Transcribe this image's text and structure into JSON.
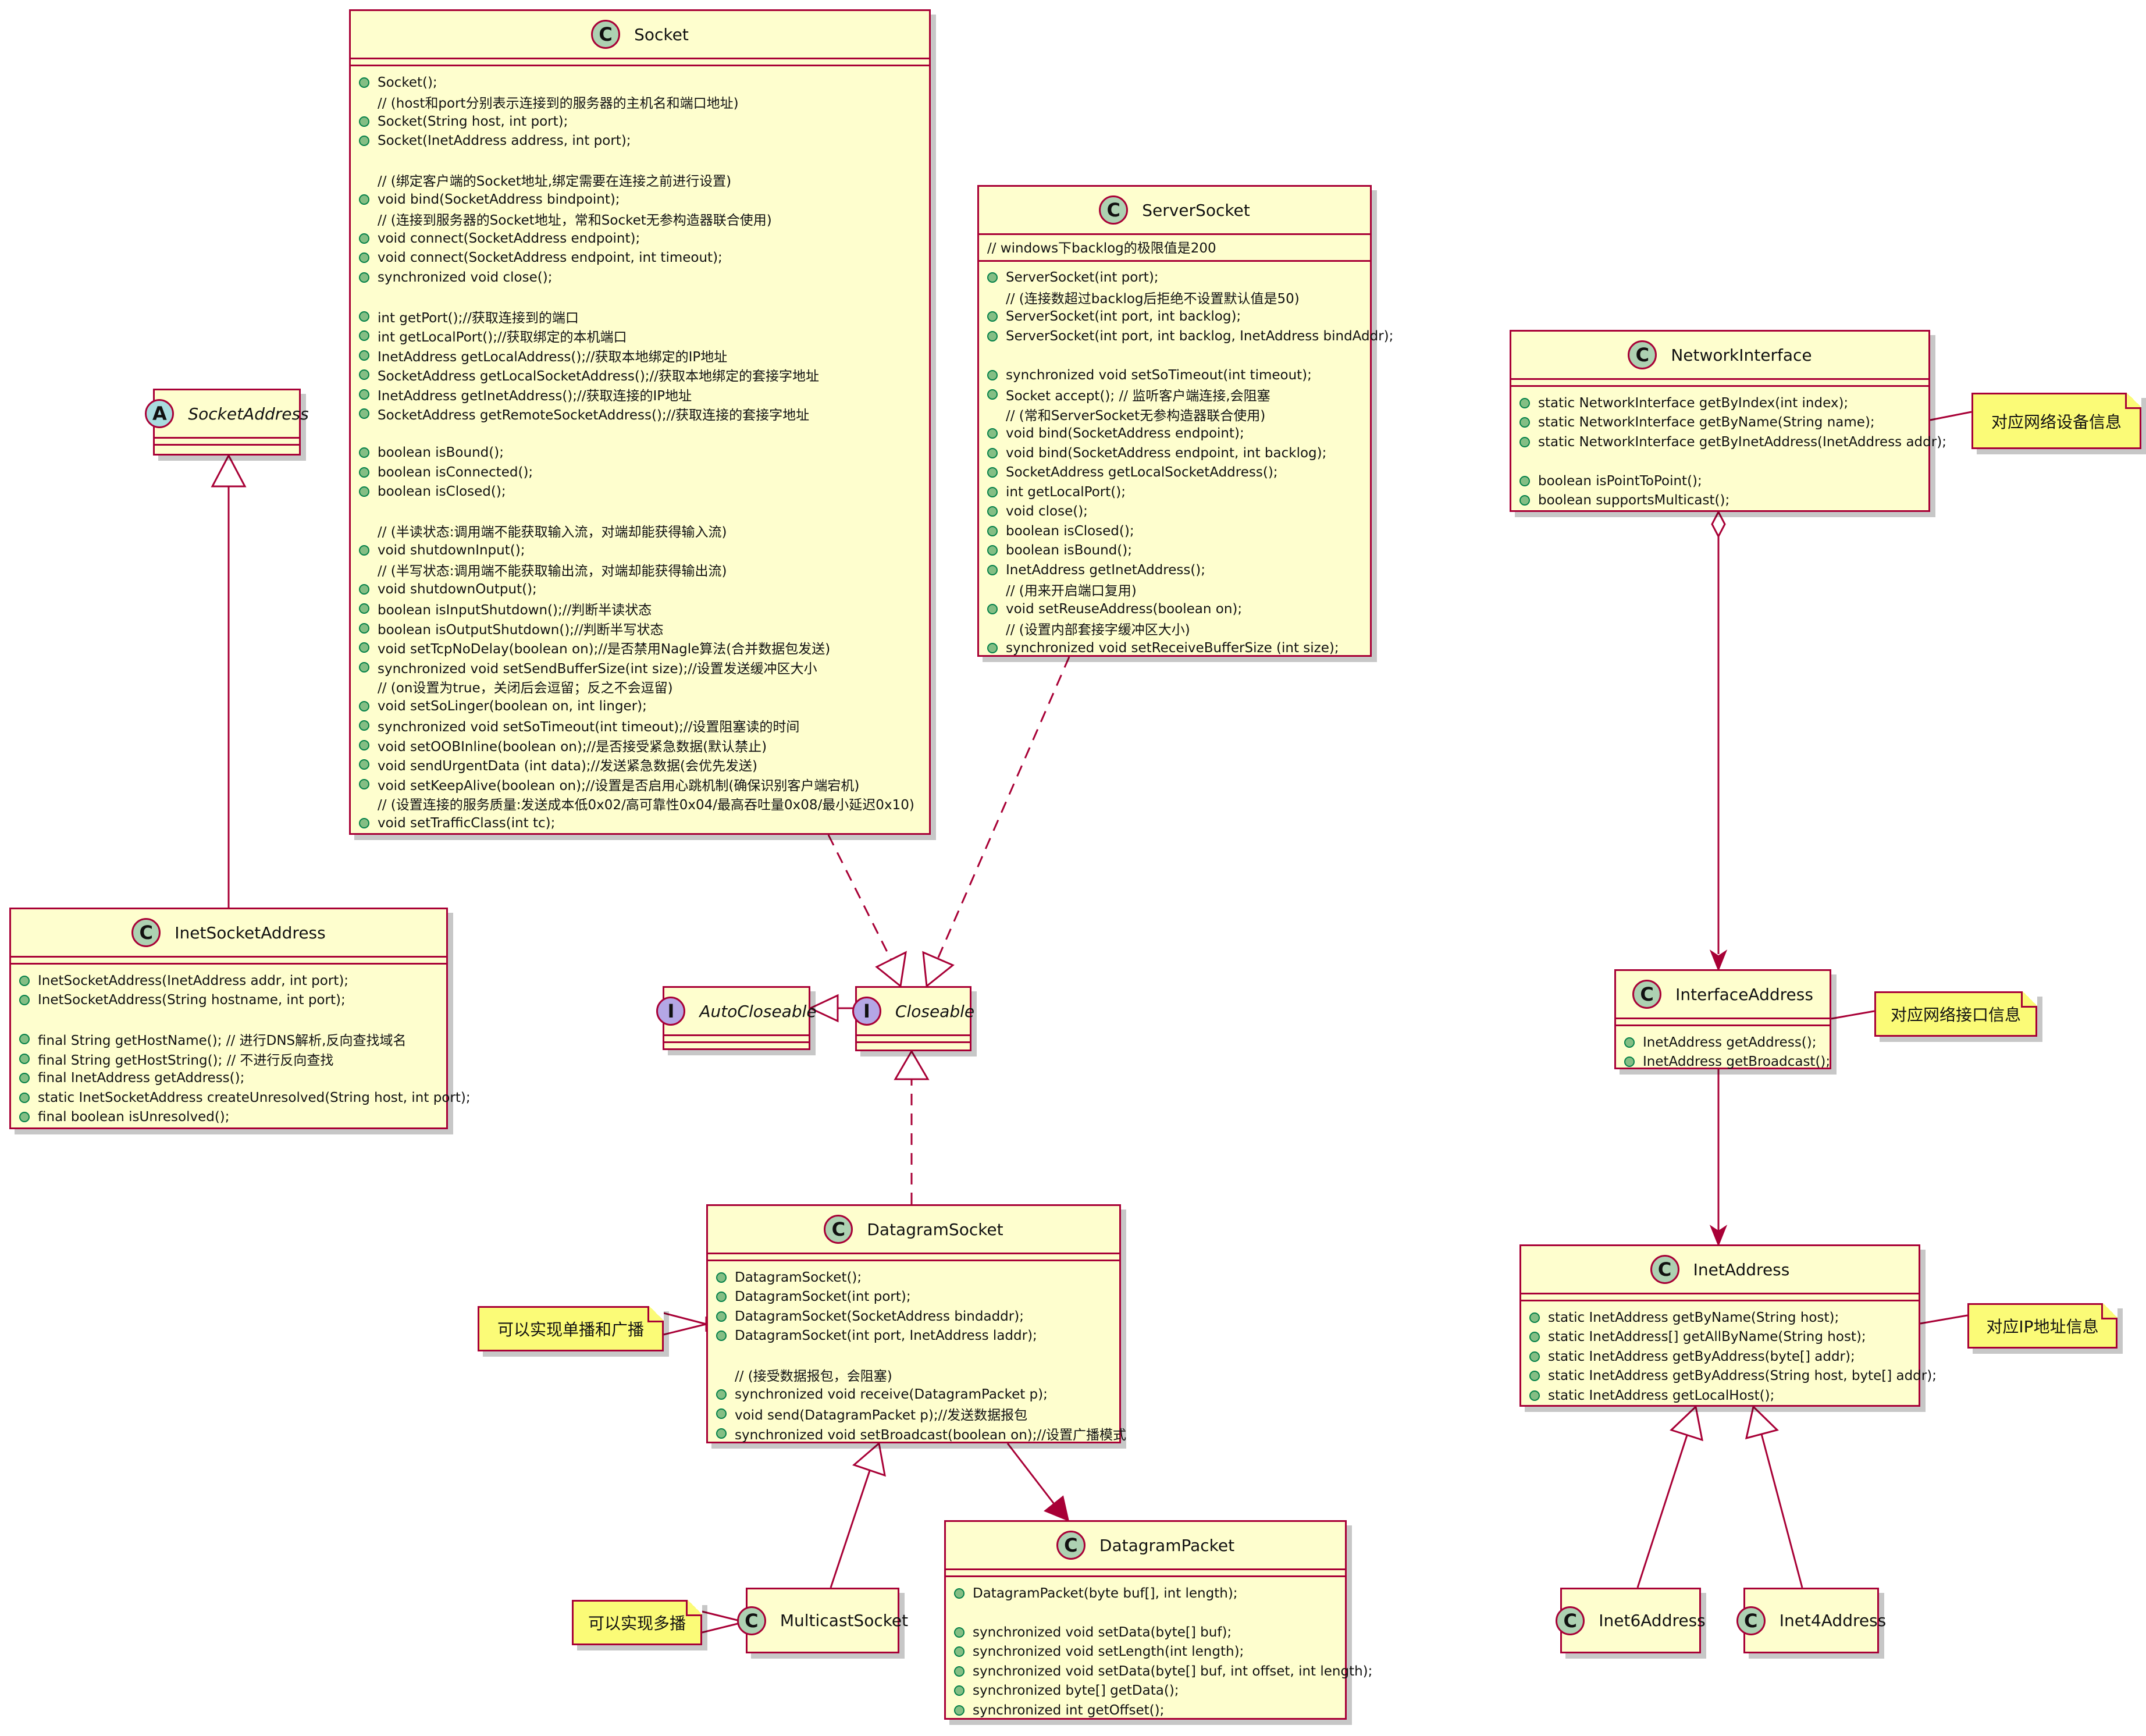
{
  "classes": {
    "socket": {
      "kind": "class",
      "name": "Socket",
      "members": [
        {
          "m": true,
          "t": "Socket();"
        },
        {
          "m": false,
          "t": "// (host和port分别表示连接到的服务器的主机名和端口地址)"
        },
        {
          "m": true,
          "t": "Socket(String host, int port);"
        },
        {
          "m": true,
          "t": "Socket(InetAddress address, int port);"
        },
        {
          "gap": true
        },
        {
          "m": false,
          "t": "// (绑定客户端的Socket地址,绑定需要在连接之前进行设置)"
        },
        {
          "m": true,
          "t": "void bind(SocketAddress bindpoint);"
        },
        {
          "m": false,
          "t": "// (连接到服务器的Socket地址，常和Socket无参构造器联合使用)"
        },
        {
          "m": true,
          "t": "void connect(SocketAddress endpoint);"
        },
        {
          "m": true,
          "t": "void connect(SocketAddress endpoint, int timeout);"
        },
        {
          "m": true,
          "t": "synchronized void close();"
        },
        {
          "gap": true
        },
        {
          "m": true,
          "t": "int getPort();//获取连接到的端口"
        },
        {
          "m": true,
          "t": "int getLocalPort();//获取绑定的本机端口"
        },
        {
          "m": true,
          "t": "InetAddress getLocalAddress();//获取本地绑定的IP地址"
        },
        {
          "m": true,
          "t": "SocketAddress getLocalSocketAddress();//获取本地绑定的套接字地址"
        },
        {
          "m": true,
          "t": "InetAddress getInetAddress();//获取连接的IP地址"
        },
        {
          "m": true,
          "t": "SocketAddress getRemoteSocketAddress();//获取连接的套接字地址"
        },
        {
          "gap": true
        },
        {
          "m": true,
          "t": "boolean isBound();"
        },
        {
          "m": true,
          "t": "boolean isConnected();"
        },
        {
          "m": true,
          "t": "boolean isClosed();"
        },
        {
          "gap": true
        },
        {
          "m": false,
          "t": "// (半读状态:调用端不能获取输入流，对端却能获得输入流)"
        },
        {
          "m": true,
          "t": "void shutdownInput();"
        },
        {
          "m": false,
          "t": "// (半写状态:调用端不能获取输出流，对端却能获得输出流)"
        },
        {
          "m": true,
          "t": "void shutdownOutput();"
        },
        {
          "m": true,
          "t": "boolean isInputShutdown();//判断半读状态"
        },
        {
          "m": true,
          "t": "boolean isOutputShutdown();//判断半写状态"
        },
        {
          "m": true,
          "t": "void setTcpNoDelay(boolean on);//是否禁用Nagle算法(合并数据包发送)"
        },
        {
          "m": true,
          "t": "synchronized void setSendBufferSize(int size);//设置发送缓冲区大小"
        },
        {
          "m": false,
          "t": "// (on设置为true，关闭后会逗留；反之不会逗留)"
        },
        {
          "m": true,
          "t": "void setSoLinger(boolean on, int linger);"
        },
        {
          "m": true,
          "t": "synchronized void setSoTimeout(int timeout);//设置阻塞读的时间"
        },
        {
          "m": true,
          "t": "void setOOBInline(boolean on);//是否接受紧急数据(默认禁止)"
        },
        {
          "m": true,
          "t": "void sendUrgentData (int data);//发送紧急数据(会优先发送)"
        },
        {
          "m": true,
          "t": "void setKeepAlive(boolean on);//设置是否启用心跳机制(确保识别客户端宕机)"
        },
        {
          "m": false,
          "t": "// (设置连接的服务质量:发送成本低0x02/高可靠性0x04/最高吞吐量0x08/最小延迟0x10)"
        },
        {
          "m": true,
          "t": "void setTrafficClass(int tc);"
        }
      ]
    },
    "server_socket": {
      "kind": "class",
      "name": "ServerSocket",
      "attributes": [
        "// windows下backlog的极限值是200"
      ],
      "members": [
        {
          "m": true,
          "t": "ServerSocket(int port);"
        },
        {
          "m": false,
          "t": "// (连接数超过backlog后拒绝不设置默认值是50)"
        },
        {
          "m": true,
          "t": "ServerSocket(int port, int backlog);"
        },
        {
          "m": true,
          "t": "ServerSocket(int port, int backlog, InetAddress bindAddr);"
        },
        {
          "gap": true
        },
        {
          "m": true,
          "t": "synchronized void setSoTimeout(int timeout);"
        },
        {
          "m": true,
          "t": "Socket accept(); // 监听客户端连接,会阻塞"
        },
        {
          "m": false,
          "t": "// (常和ServerSocket无参构造器联合使用)"
        },
        {
          "m": true,
          "t": "void bind(SocketAddress endpoint);"
        },
        {
          "m": true,
          "t": "void bind(SocketAddress endpoint, int backlog);"
        },
        {
          "m": true,
          "t": "SocketAddress getLocalSocketAddress();"
        },
        {
          "m": true,
          "t": "int getLocalPort();"
        },
        {
          "m": true,
          "t": "void close();"
        },
        {
          "m": true,
          "t": "boolean isClosed();"
        },
        {
          "m": true,
          "t": "boolean isBound();"
        },
        {
          "m": true,
          "t": "InetAddress getInetAddress();"
        },
        {
          "m": false,
          "t": "// (用来开启端口复用)"
        },
        {
          "m": true,
          "t": "void setReuseAddress(boolean on);"
        },
        {
          "m": false,
          "t": "// (设置内部套接字缓冲区大小)"
        },
        {
          "m": true,
          "t": "synchronized void setReceiveBufferSize (int size);"
        }
      ]
    },
    "socket_address": {
      "kind": "abstract",
      "name": "SocketAddress",
      "italic": true,
      "members": []
    },
    "inet_socket_address": {
      "kind": "class",
      "name": "InetSocketAddress",
      "members": [
        {
          "m": true,
          "t": "InetSocketAddress(InetAddress addr, int port);"
        },
        {
          "m": true,
          "t": "InetSocketAddress(String hostname, int port);"
        },
        {
          "gap": true
        },
        {
          "m": true,
          "t": "final String getHostName(); // 进行DNS解析,反向查找域名"
        },
        {
          "m": true,
          "t": "final String getHostString(); // 不进行反向查找"
        },
        {
          "m": true,
          "t": "final InetAddress getAddress();"
        },
        {
          "m": true,
          "t": "static InetSocketAddress createUnresolved(String host, int port);"
        },
        {
          "m": true,
          "t": "final boolean isUnresolved();"
        }
      ]
    },
    "auto_closeable": {
      "kind": "interface",
      "name": "AutoCloseable",
      "italic": true,
      "members": []
    },
    "closeable": {
      "kind": "interface",
      "name": "Closeable",
      "italic": true,
      "members": []
    },
    "datagram_socket": {
      "kind": "class",
      "name": "DatagramSocket",
      "members": [
        {
          "m": true,
          "t": "DatagramSocket();"
        },
        {
          "m": true,
          "t": "DatagramSocket(int port);"
        },
        {
          "m": true,
          "t": "DatagramSocket(SocketAddress bindaddr);"
        },
        {
          "m": true,
          "t": "DatagramSocket(int port, InetAddress laddr);"
        },
        {
          "gap": true
        },
        {
          "m": false,
          "t": "// (接受数据报包，会阻塞)"
        },
        {
          "m": true,
          "t": "synchronized void receive(DatagramPacket p);"
        },
        {
          "m": true,
          "t": "void send(DatagramPacket p);//发送数据报包"
        },
        {
          "m": true,
          "t": "synchronized void setBroadcast(boolean on);//设置广播模式"
        }
      ]
    },
    "datagram_packet": {
      "kind": "class",
      "name": "DatagramPacket",
      "members": [
        {
          "m": true,
          "t": "DatagramPacket(byte buf[], int length);"
        },
        {
          "gap": true
        },
        {
          "m": true,
          "t": "synchronized void setData(byte[] buf);"
        },
        {
          "m": true,
          "t": "synchronized void setLength(int length);"
        },
        {
          "m": true,
          "t": "synchronized void setData(byte[] buf, int offset, int length);"
        },
        {
          "m": true,
          "t": "synchronized byte[] getData();"
        },
        {
          "m": true,
          "t": "synchronized int getOffset();"
        }
      ]
    },
    "multicast_socket": {
      "kind": "class",
      "name": "MulticastSocket",
      "compact": true,
      "members": []
    },
    "network_interface": {
      "kind": "class",
      "name": "NetworkInterface",
      "members": [
        {
          "m": true,
          "t": "static NetworkInterface getByIndex(int index);"
        },
        {
          "m": true,
          "t": "static NetworkInterface getByName(String name);"
        },
        {
          "m": true,
          "t": "static NetworkInterface getByInetAddress(InetAddress addr);"
        },
        {
          "gap": true
        },
        {
          "m": true,
          "t": "boolean isPointToPoint();"
        },
        {
          "m": true,
          "t": "boolean supportsMulticast();"
        }
      ]
    },
    "interface_address": {
      "kind": "class",
      "name": "InterfaceAddress",
      "members": [
        {
          "m": true,
          "t": "InetAddress getAddress();"
        },
        {
          "m": true,
          "t": "InetAddress getBroadcast();"
        }
      ]
    },
    "inet_address": {
      "kind": "class",
      "name": "InetAddress",
      "members": [
        {
          "m": true,
          "t": "static InetAddress getByName(String host);"
        },
        {
          "m": true,
          "t": "static InetAddress[] getAllByName(String host);"
        },
        {
          "m": true,
          "t": "static InetAddress getByAddress(byte[] addr);"
        },
        {
          "m": true,
          "t": "static InetAddress getByAddress(String host, byte[] addr);"
        },
        {
          "m": true,
          "t": "static InetAddress getLocalHost();"
        }
      ]
    },
    "inet6_address": {
      "kind": "class",
      "name": "Inet6Address",
      "compact": true,
      "members": []
    },
    "inet4_address": {
      "kind": "class",
      "name": "Inet4Address",
      "compact": true,
      "members": []
    }
  },
  "notes": {
    "network_device": "对应网络设备信息",
    "network_interface_info": "对应网络接口信息",
    "ip_address_info": "对应IP地址信息",
    "unicast_broadcast": "可以实现单播和广播",
    "multicast": "可以实现多播"
  },
  "relations": [
    {
      "from": "inet_socket_address",
      "to": "socket_address",
      "type": "inheritance"
    },
    {
      "from": "socket",
      "to": "closeable",
      "type": "realization"
    },
    {
      "from": "server_socket",
      "to": "closeable",
      "type": "realization"
    },
    {
      "from": "closeable",
      "to": "auto_closeable",
      "type": "inheritance"
    },
    {
      "from": "datagram_socket",
      "to": "closeable",
      "type": "realization"
    },
    {
      "from": "multicast_socket",
      "to": "datagram_socket",
      "type": "inheritance"
    },
    {
      "from": "datagram_socket",
      "to": "datagram_packet",
      "type": "association"
    },
    {
      "from": "network_interface",
      "to": "interface_address",
      "type": "aggregation"
    },
    {
      "from": "interface_address",
      "to": "inet_address",
      "type": "association"
    },
    {
      "from": "inet6_address",
      "to": "inet_address",
      "type": "inheritance"
    },
    {
      "from": "inet4_address",
      "to": "inet_address",
      "type": "inheritance"
    }
  ],
  "colors": {
    "border": "#A80036",
    "fill": "#FEFECE",
    "note_fill": "#FBFB77",
    "class_badge": "#ADD1B2",
    "abstract_badge": "#A9DCDF",
    "interface_badge": "#B4A7E5",
    "member_mark": "#84BE84"
  }
}
